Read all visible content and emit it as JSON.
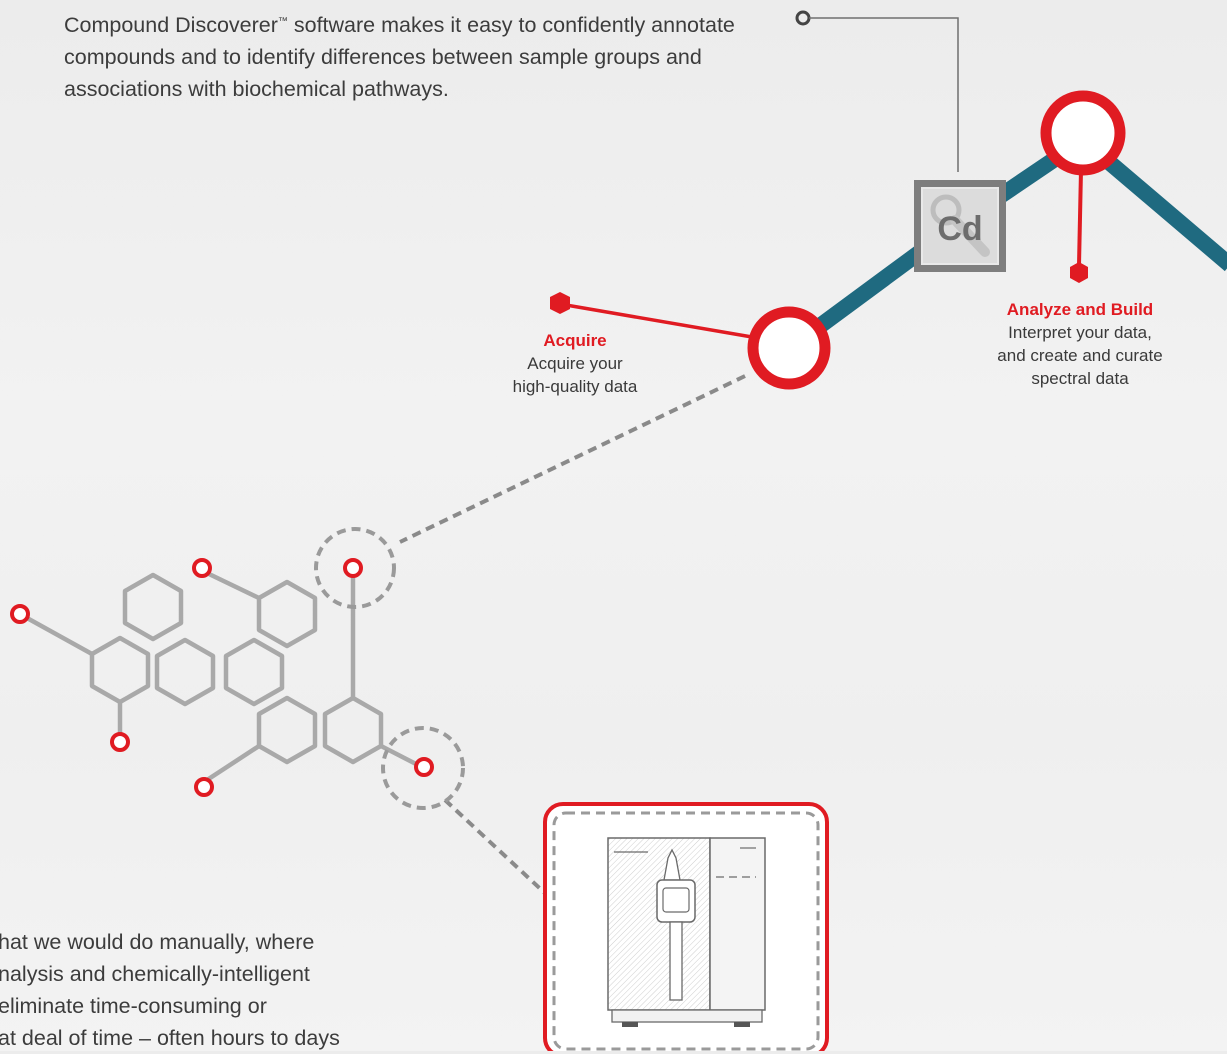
{
  "intro": {
    "text_before_tm": "Compound Discoverer",
    "tm": "™",
    "text_after_tm": " software makes it easy to confidently annotate compounds and to identify differences between sample groups and associations with biochemical pathways."
  },
  "acquire": {
    "heading": "Acquire",
    "line1": "Acquire your",
    "line2": "high-quality data"
  },
  "analyze": {
    "heading": "Analyze and Build",
    "line1": "Interpret your data,",
    "line2": "and create and curate",
    "line3": "spectral data"
  },
  "software_icon": {
    "letters": "Cd",
    "icon": "magnifier-icon"
  },
  "instrument": {
    "icon": "mass-spectrometer-icon"
  },
  "bottom_text": {
    "line1": "hat we would do manually, where",
    "line2": "nalysis and chemically-intelligent",
    "line3": "eliminate time-consuming or",
    "line4": "at deal of time – often hours to days"
  },
  "colors": {
    "accent_red": "#e01b22",
    "pathway_teal": "#1f6a80",
    "connector_gray": "#8a8a8a",
    "molecule_gray": "#a9a9a9"
  }
}
